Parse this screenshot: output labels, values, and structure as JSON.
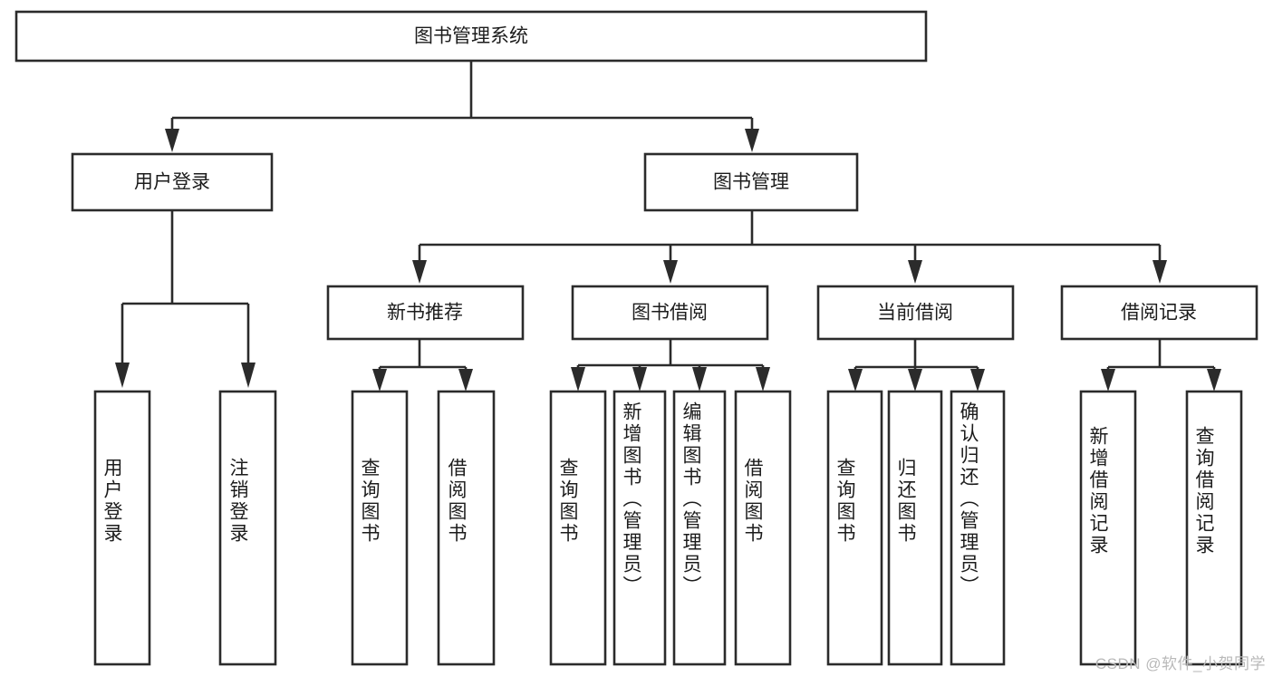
{
  "diagram": {
    "title": "图书管理系统",
    "type": "tree",
    "watermark": "CSDN @软件_小贺同学",
    "colors": {
      "box_stroke": "#2b2b2b",
      "box_fill": "#ffffff",
      "text": "#1c1c1c",
      "connector": "#2b2b2b",
      "watermark": "#b9b9b9",
      "background": "#ffffff"
    },
    "nodes": {
      "root": {
        "id": "root",
        "label": "图书管理系统",
        "level": 0,
        "orientation": "horizontal"
      },
      "level2": [
        {
          "id": "user-login",
          "label": "用户登录",
          "level": 1,
          "orientation": "horizontal"
        },
        {
          "id": "book-manage",
          "label": "图书管理",
          "level": 1,
          "orientation": "horizontal"
        }
      ],
      "level3": [
        {
          "id": "new-book-recommend",
          "label": "新书推荐",
          "level": 2,
          "orientation": "horizontal",
          "parent": "book-manage"
        },
        {
          "id": "book-borrow",
          "label": "图书借阅",
          "level": 2,
          "orientation": "horizontal",
          "parent": "book-manage"
        },
        {
          "id": "current-borrow",
          "label": "当前借阅",
          "level": 2,
          "orientation": "horizontal",
          "parent": "book-manage"
        },
        {
          "id": "borrow-record",
          "label": "借阅记录",
          "level": 2,
          "orientation": "horizontal",
          "parent": "book-manage"
        }
      ],
      "leaves": [
        {
          "id": "leaf-user-login",
          "label": "用户登录",
          "orientation": "vertical",
          "parent": "user-login"
        },
        {
          "id": "leaf-logout-login",
          "label": "注销登录",
          "orientation": "vertical",
          "parent": "user-login"
        },
        {
          "id": "leaf-query-book-1",
          "label": "查询图书",
          "orientation": "vertical",
          "parent": "new-book-recommend"
        },
        {
          "id": "leaf-borrow-book-1",
          "label": "借阅图书",
          "orientation": "vertical",
          "parent": "new-book-recommend"
        },
        {
          "id": "leaf-query-book-2",
          "label": "查询图书",
          "orientation": "vertical",
          "parent": "book-borrow"
        },
        {
          "id": "leaf-add-book",
          "label": "新增图书（管理员）",
          "orientation": "vertical",
          "parent": "book-borrow"
        },
        {
          "id": "leaf-edit-book",
          "label": "编辑图书（管理员）",
          "orientation": "vertical",
          "parent": "book-borrow"
        },
        {
          "id": "leaf-borrow-book-2",
          "label": "借阅图书",
          "orientation": "vertical",
          "parent": "book-borrow"
        },
        {
          "id": "leaf-query-book-3",
          "label": "查询图书",
          "orientation": "vertical",
          "parent": "current-borrow"
        },
        {
          "id": "leaf-return-book",
          "label": "归还图书",
          "orientation": "vertical",
          "parent": "current-borrow"
        },
        {
          "id": "leaf-confirm-return",
          "label": "确认归还（管理员）",
          "orientation": "vertical",
          "parent": "current-borrow"
        },
        {
          "id": "leaf-add-record",
          "label": "新增借阅记录",
          "orientation": "vertical",
          "parent": "borrow-record"
        },
        {
          "id": "leaf-query-record",
          "label": "查询借阅记录",
          "orientation": "vertical",
          "parent": "borrow-record"
        }
      ]
    }
  }
}
